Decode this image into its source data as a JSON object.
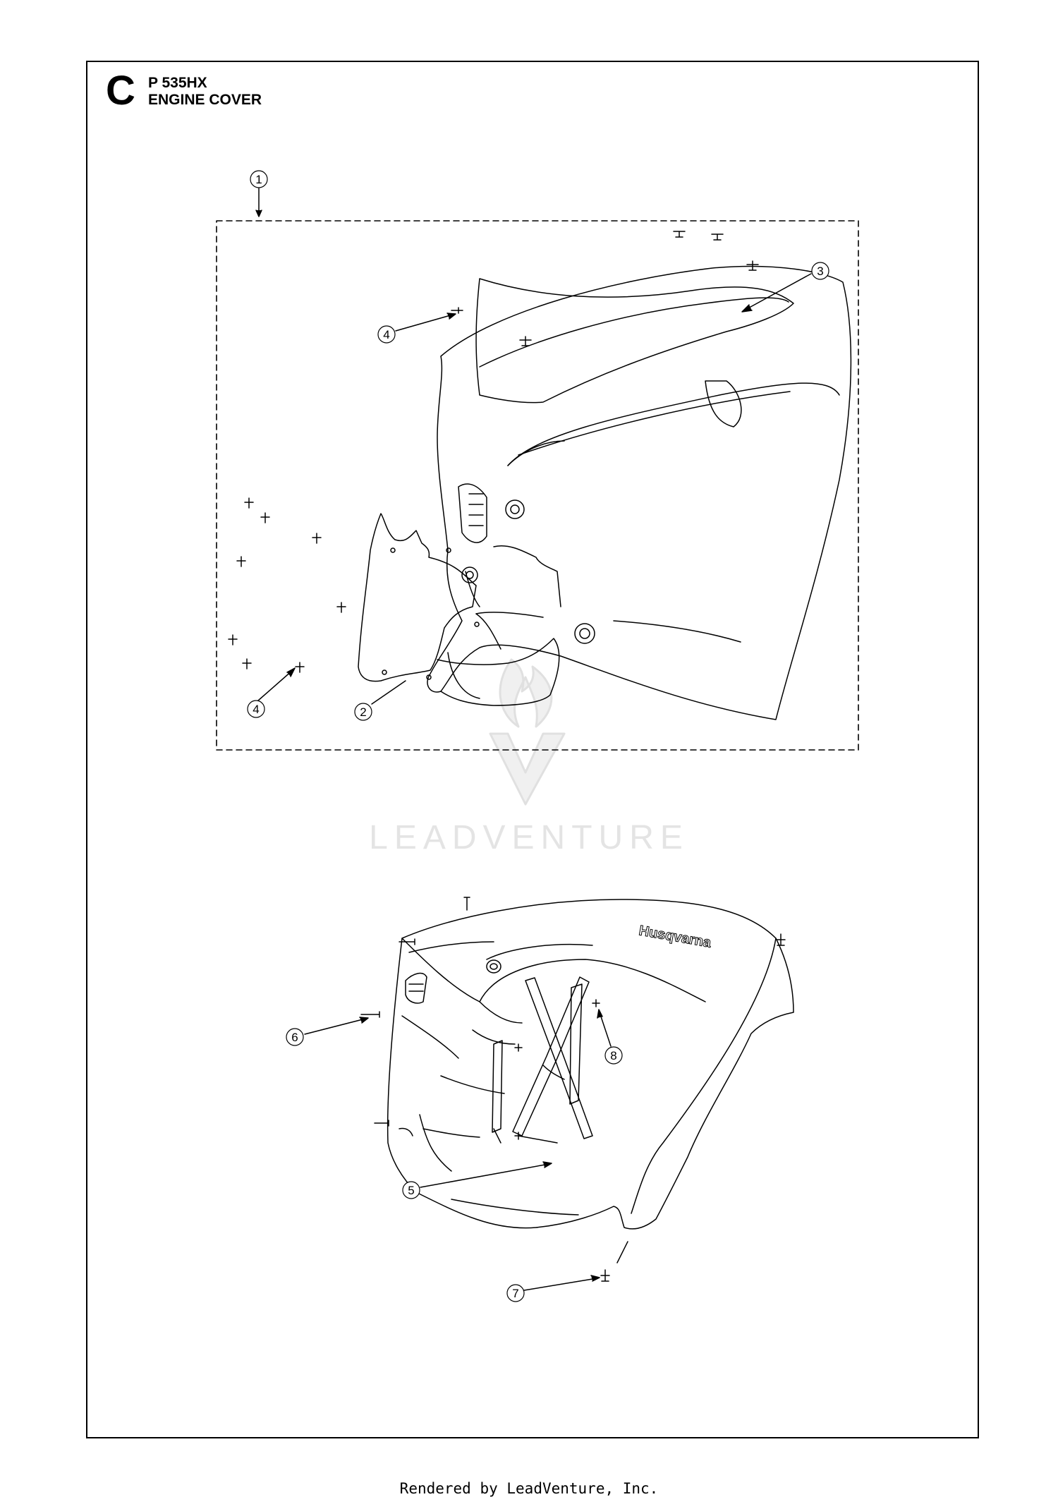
{
  "header": {
    "section_letter": "C",
    "model": "P 535HX",
    "caption": "ENGINE COVER"
  },
  "callouts": [
    "1",
    "2",
    "3",
    "4",
    "4",
    "5",
    "6",
    "7",
    "8"
  ],
  "brand_mark": "Husqvarna",
  "watermark": "LEADVENTURE",
  "footer": "Rendered by LeadVenture, Inc."
}
